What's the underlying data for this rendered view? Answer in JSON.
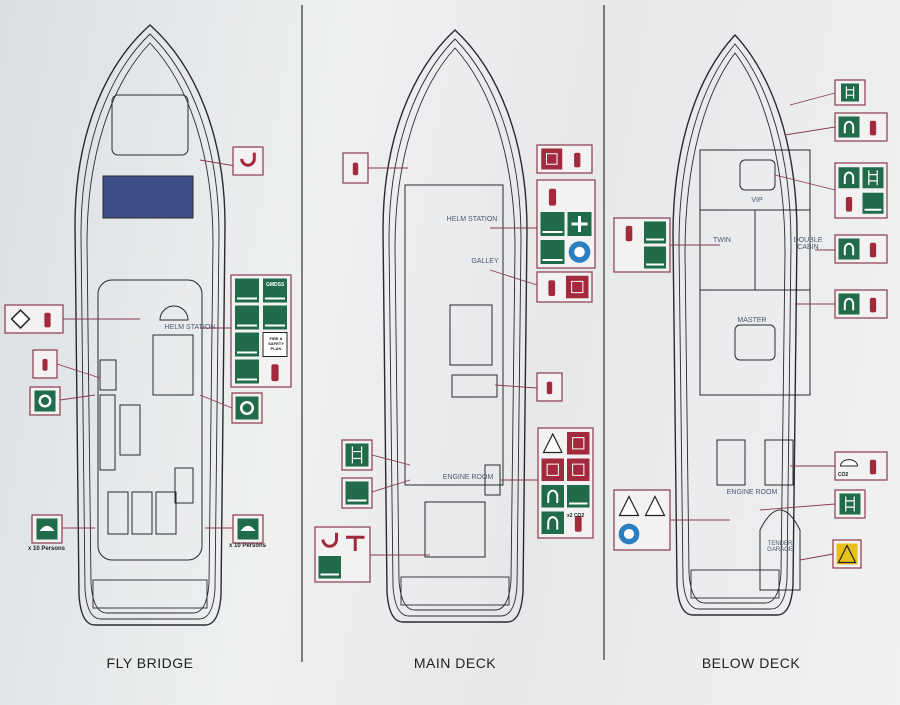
{
  "decks": [
    {
      "title": "FLY BRIDGE",
      "rooms": [
        "HELM STATION"
      ]
    },
    {
      "title": "MAIN DECK",
      "rooms": [
        "HELM STATION",
        "GALLEY",
        "ENGINE ROOM"
      ]
    },
    {
      "title": "BELOW DECK",
      "rooms": [
        "VIP",
        "TWIN",
        "DOUBLE CABIN",
        "MASTER",
        "ENGINE ROOM",
        "TENDER GARAGE"
      ]
    }
  ],
  "captions": {
    "liferaft_left": "x 10 Persons",
    "liferaft_right": "x 10 Persons",
    "gmdss": "GMDSS",
    "fire_plan": "FIRE & SAFETY PLAN",
    "co2": "CO2",
    "x2_co2": "x2 CO2"
  },
  "colors": {
    "safety_green": "#1f6b4a",
    "frame": "#8a3a4e",
    "extinguisher": "#a32a3c",
    "line": "#2a2a2e",
    "warning": "#e8c01a"
  }
}
